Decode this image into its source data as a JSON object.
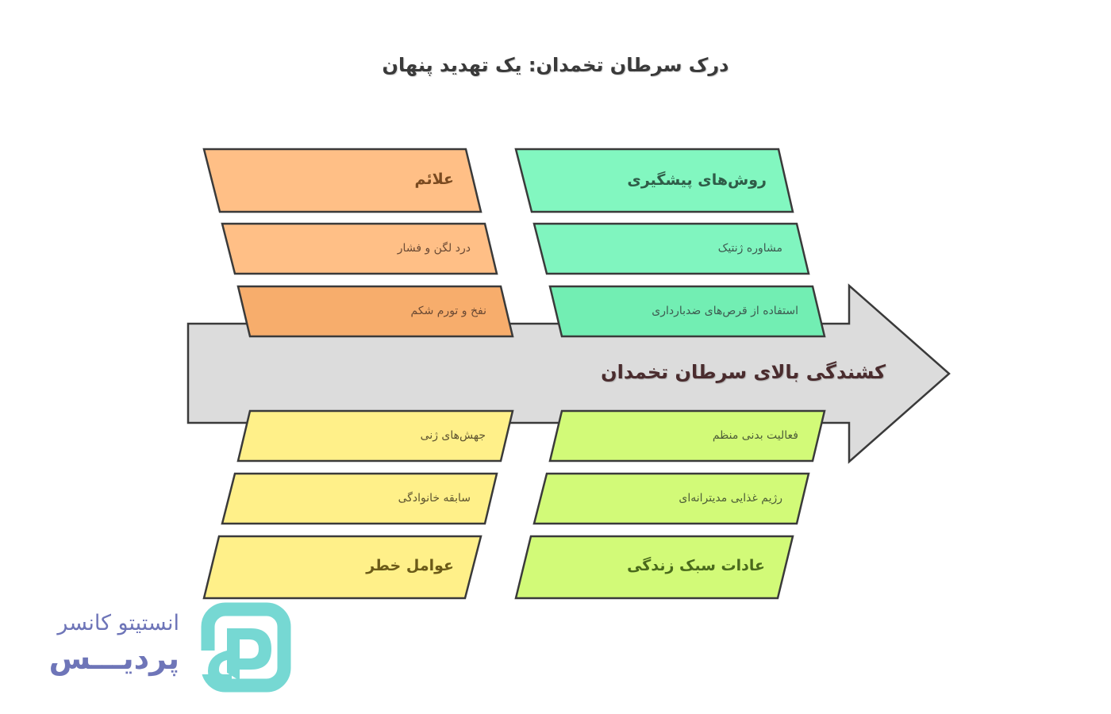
{
  "title": "درک سرطان تخمدان: یک تهدید پنهان",
  "center_label": "کشندگی بالای سرطان تخمدان",
  "colors": {
    "arrow_fill": "#dcdcdc",
    "stroke": "#3a3a3a",
    "orange": "#ffbf86",
    "orange_dark": "#f7a865",
    "green": "#82f7c0",
    "green_dark": "#6eeeb0",
    "yellow": "#fff089",
    "lime": "#d2fa78",
    "logo_teal": "#76d8d3",
    "logo_text": "#6e75b8"
  },
  "groups": {
    "symptoms": {
      "heading": "علائم",
      "items": [
        "درد لگن و فشار",
        "نفخ و تورم شکم"
      ]
    },
    "prevention": {
      "heading": "روش‌های پیشگیری",
      "items": [
        "مشاوره ژنتیک",
        "استفاده از قرص‌های ضدبارداری"
      ]
    },
    "risk_factors": {
      "heading": "عوامل خطر",
      "items": [
        "جهش‌های ژنی",
        "سابقه خانوادگی"
      ]
    },
    "lifestyle": {
      "heading": "عادات سبک زندگی",
      "items": [
        "فعالیت بدنی منظم",
        "رژیم غذایی مدیترانه‌ای"
      ]
    }
  },
  "logo": {
    "line1": "انستیتو کانسر",
    "line2": "پردیـــس",
    "icon": "p-letter-logo-icon"
  }
}
